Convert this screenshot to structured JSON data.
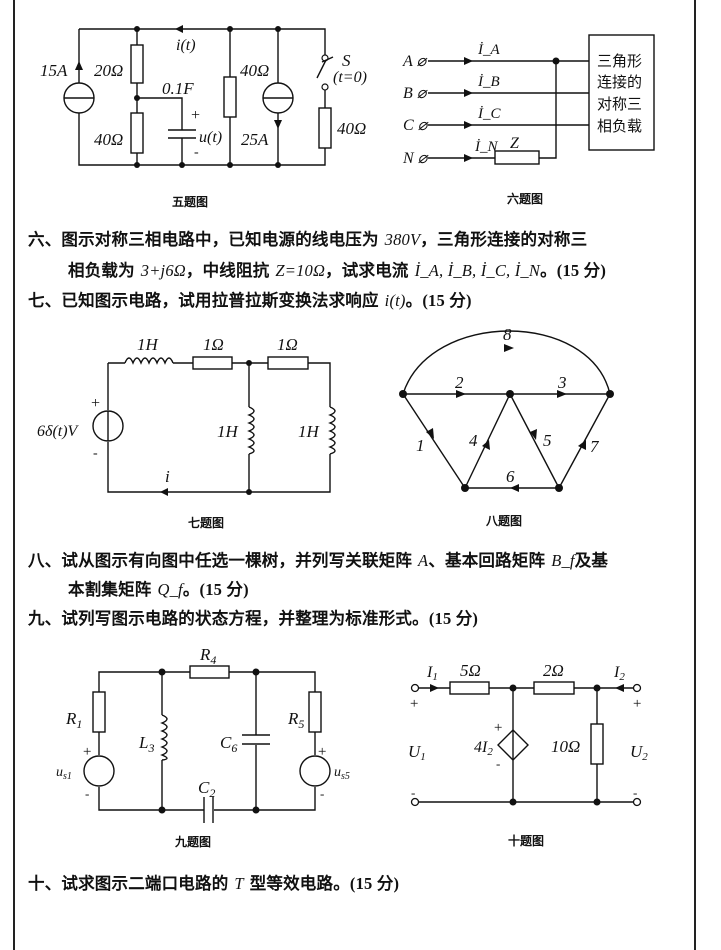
{
  "fig5": {
    "caption": "五题图",
    "source_left": "15A",
    "r20": "20Ω",
    "r40a": "40Ω",
    "current": "i(t)",
    "cap": "0.1F",
    "plus": "+",
    "minus": "-",
    "voltage": "u(t)",
    "r40b": "40Ω",
    "source_right": "25A",
    "switch": "S",
    "switch_time": "(t=0)",
    "r40c": "40Ω"
  },
  "fig6": {
    "caption": "六题图",
    "lines": [
      "A ⌀",
      "B ⌀",
      "C ⌀",
      "N ⌀"
    ],
    "currents": [
      "İ_A",
      "İ_B",
      "İ_C",
      "İ_N"
    ],
    "z": "Z",
    "box": [
      "三角形",
      "连接的",
      "对称三",
      "相负载"
    ]
  },
  "questions": {
    "q6_line1_a": "六、图示对称三相电路中，已知电源的线电压为 ",
    "q6_v": "380V",
    "q6_line1_b": "，三角形连接的对称三",
    "q6_line2_a": "相负载为 ",
    "q6_load": "3+j6Ω",
    "q6_line2_b": "，中线阻抗 ",
    "q6_z": "Z=10Ω",
    "q6_line2_c": "，试求电流 ",
    "q6_currents": "İ_A, İ_B, İ_C, İ_N",
    "q6_end": "。",
    "q6_pts": "(15 分)",
    "q7_a": "七、已知图示电路，试用拉普拉斯变换法求响应 ",
    "q7_i": "i(t)",
    "q7_end": "。",
    "q7_pts": "(15 分)",
    "q8_line1_a": "八、试从图示有向图中任选一棵树，并列写关联矩阵 ",
    "q8_A": "A",
    "q8_line1_b": "、基本回路矩阵 ",
    "q8_B": "B_f",
    "q8_line1_c": "及基",
    "q8_line2_a": "本割集矩阵 ",
    "q8_Q": "Q_f",
    "q8_end": "。",
    "q8_pts": "(15 分)",
    "q9_a": "九、试列写图示电路的状态方程，并整理为标准形式。",
    "q9_pts": "(15 分)",
    "q10_a": "十、试求图示二端口电路的 ",
    "q10_T": "T",
    "q10_b": " 型等效电路。",
    "q10_pts": "(15 分)"
  },
  "fig7": {
    "caption": "七题图",
    "l1": "1H",
    "r1": "1Ω",
    "r2": "1Ω",
    "source": "6δ(t)V",
    "plus": "+",
    "minus": "-",
    "l2": "1H",
    "l3": "1H",
    "current": "i"
  },
  "fig8": {
    "caption": "八题图",
    "edges": [
      "1",
      "2",
      "3",
      "4",
      "5",
      "6",
      "7",
      "8"
    ]
  },
  "fig9": {
    "caption": "九题图",
    "r4": "R4",
    "r1": "R1",
    "l3": "L3",
    "c6": "C6",
    "r5": "R5",
    "us1": "us1",
    "us5": "us5",
    "c2": "C2",
    "plus": "+",
    "minus": "-"
  },
  "fig10": {
    "caption": "十题图",
    "i1": "I1",
    "r5": "5Ω",
    "r2": "2Ω",
    "i2": "I2",
    "dep": "4I2",
    "r10": "10Ω",
    "u1": "U1",
    "u2": "U2",
    "plus": "+",
    "minus": "-"
  }
}
